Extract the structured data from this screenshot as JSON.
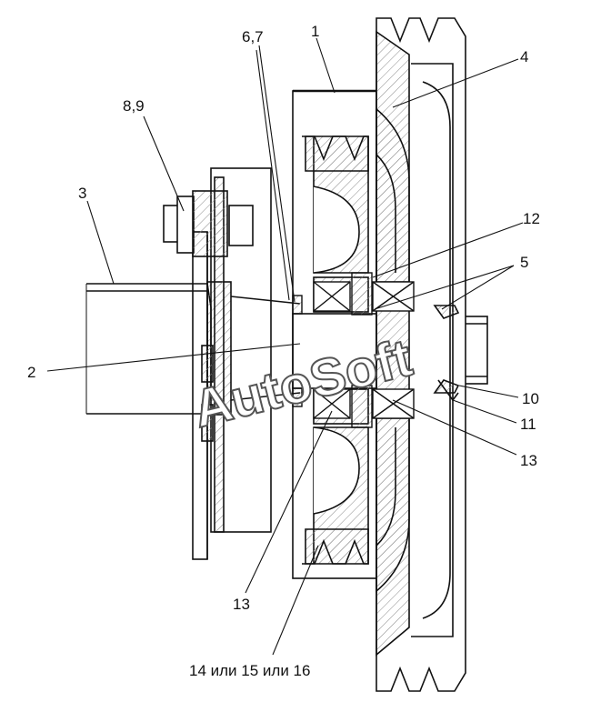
{
  "labels": {
    "l67": "6,7",
    "l1": "1",
    "l4": "4",
    "l89": "8,9",
    "l3": "3",
    "l12": "12",
    "l5": "5",
    "l2": "2",
    "l10": "10",
    "l11": "11",
    "l13a": "13",
    "l13b": "13",
    "l14": "14 или 15 или 16"
  },
  "watermark": "AutoSoft",
  "colors": {
    "line": "#111111",
    "hatch": "#888888",
    "watermark_stroke": "#555555"
  }
}
